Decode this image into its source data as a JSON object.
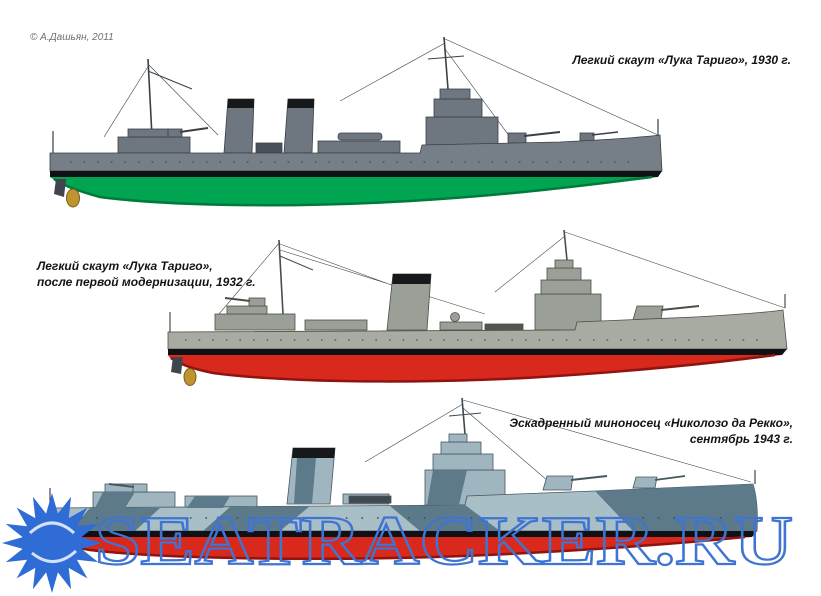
{
  "page": {
    "background": "#ffffff",
    "copyright": "© А.Дашьян, 2011"
  },
  "captions": {
    "ship1": {
      "line1": "Легкий скаут  «Лука Тариго», 1930 г."
    },
    "ship2": {
      "line1": "Легкий скаут  «Лука Тариго»,",
      "line2": "после первой модернизации, 1932 г."
    },
    "ship3": {
      "line1": "Эскадренный миноносец «Николозо да Рекко»,",
      "line2": "сентябрь 1943 г."
    }
  },
  "ships": [
    {
      "hull_color": "#767e87",
      "structure_color": "#6e7680",
      "underwater_color": "#00a551",
      "underwater_shade": "#007a3c",
      "waterline_color": "#101114",
      "propeller_color": "#bd9430"
    },
    {
      "hull_color": "#a7aba2",
      "structure_color": "#9aa098",
      "underwater_color": "#d8291c",
      "underwater_shade": "#8f1410",
      "waterline_color": "#101114",
      "propeller_color": "#bd9430"
    },
    {
      "hull_color": "#a9bfc7",
      "structure_color": "#9fb6c0",
      "camo_color": "#5c7a89",
      "underwater_color": "#d8291c",
      "underwater_shade": "#8f1410",
      "waterline_color": "#101114",
      "propeller_color": "#bd9430"
    }
  ],
  "watermark": {
    "text": "SEATRACKER.RU",
    "color": "#3f74d2",
    "star_color": "#2f6cd6"
  }
}
